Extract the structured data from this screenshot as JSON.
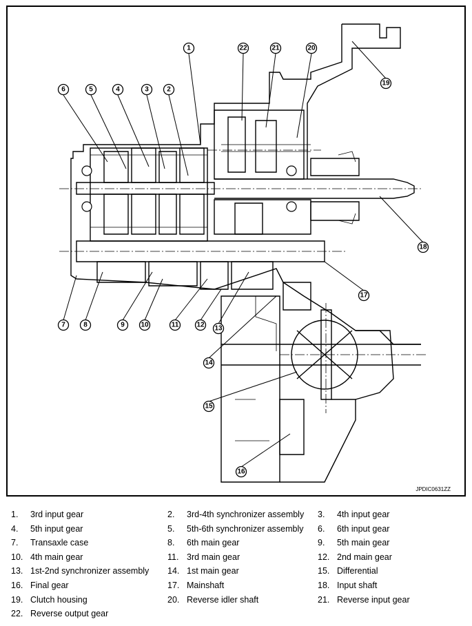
{
  "figure_code": "JPDIC0631ZZ",
  "callouts": [
    {
      "num": "1"
    },
    {
      "num": "2"
    },
    {
      "num": "3"
    },
    {
      "num": "4"
    },
    {
      "num": "5"
    },
    {
      "num": "6"
    },
    {
      "num": "7"
    },
    {
      "num": "8"
    },
    {
      "num": "9"
    },
    {
      "num": "10"
    },
    {
      "num": "11"
    },
    {
      "num": "12"
    },
    {
      "num": "13"
    },
    {
      "num": "14"
    },
    {
      "num": "15"
    },
    {
      "num": "16"
    },
    {
      "num": "17"
    },
    {
      "num": "18"
    },
    {
      "num": "19"
    },
    {
      "num": "20"
    },
    {
      "num": "21"
    },
    {
      "num": "22"
    }
  ],
  "legend": [
    {
      "num": "1.",
      "label": "3rd input gear"
    },
    {
      "num": "2.",
      "label": "3rd-4th synchronizer assembly"
    },
    {
      "num": "3.",
      "label": "4th input gear"
    },
    {
      "num": "4.",
      "label": "5th input gear"
    },
    {
      "num": "5.",
      "label": "5th-6th synchronizer assembly"
    },
    {
      "num": "6.",
      "label": "6th input gear"
    },
    {
      "num": "7.",
      "label": "Transaxle case"
    },
    {
      "num": "8.",
      "label": "6th main gear"
    },
    {
      "num": "9.",
      "label": "5th main gear"
    },
    {
      "num": "10.",
      "label": "4th main gear"
    },
    {
      "num": "11.",
      "label": "3rd main gear"
    },
    {
      "num": "12.",
      "label": "2nd main gear"
    },
    {
      "num": "13.",
      "label": "1st-2nd synchronizer assembly"
    },
    {
      "num": "14.",
      "label": "1st main gear"
    },
    {
      "num": "15.",
      "label": "Differential"
    },
    {
      "num": "16.",
      "label": "Final gear"
    },
    {
      "num": "17.",
      "label": "Mainshaft"
    },
    {
      "num": "18.",
      "label": "Input shaft"
    },
    {
      "num": "19.",
      "label": "Clutch housing"
    },
    {
      "num": "20.",
      "label": "Reverse idler shaft"
    },
    {
      "num": "21.",
      "label": "Reverse input gear"
    },
    {
      "num": "22.",
      "label": "Reverse output gear"
    }
  ]
}
